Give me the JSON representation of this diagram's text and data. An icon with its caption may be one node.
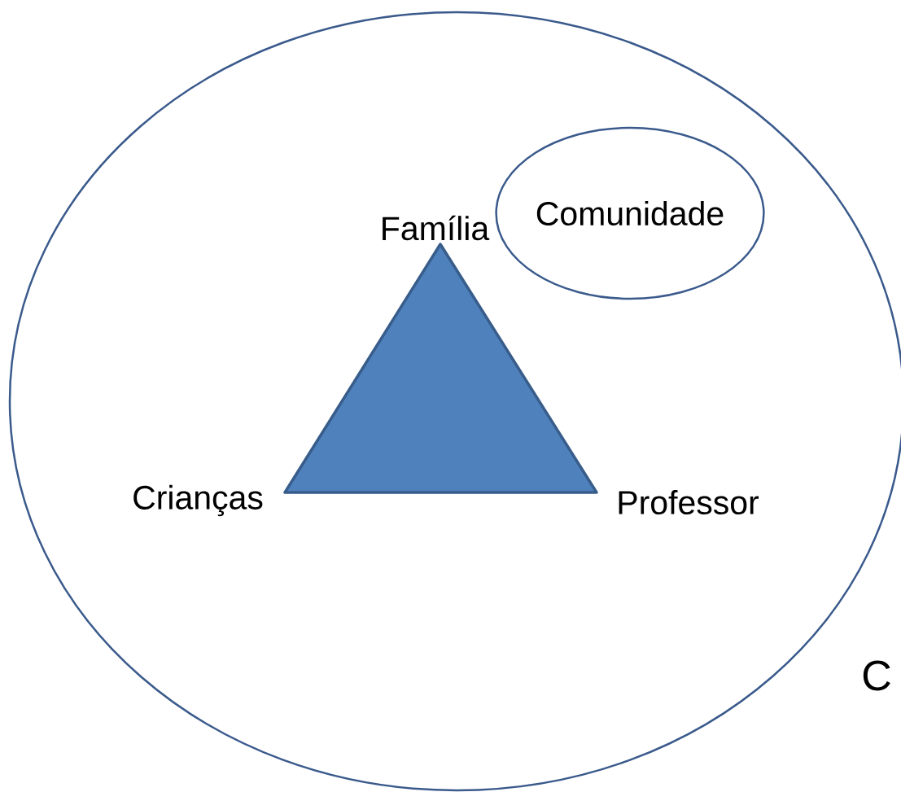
{
  "diagram": {
    "nodes": [
      {
        "text": [],
        "shape": "circle"
      },
      {
        "text": [
          "Comunidade"
        ],
        "in": 0
      },
      {
        "text": [],
        "shape": "triangle",
        "in": 0,
        "beside": [
          "Família",
          "Crianças",
          "Professor"
        ]
      }
    ],
    "labels": [
      "C"
    ]
  }
}
